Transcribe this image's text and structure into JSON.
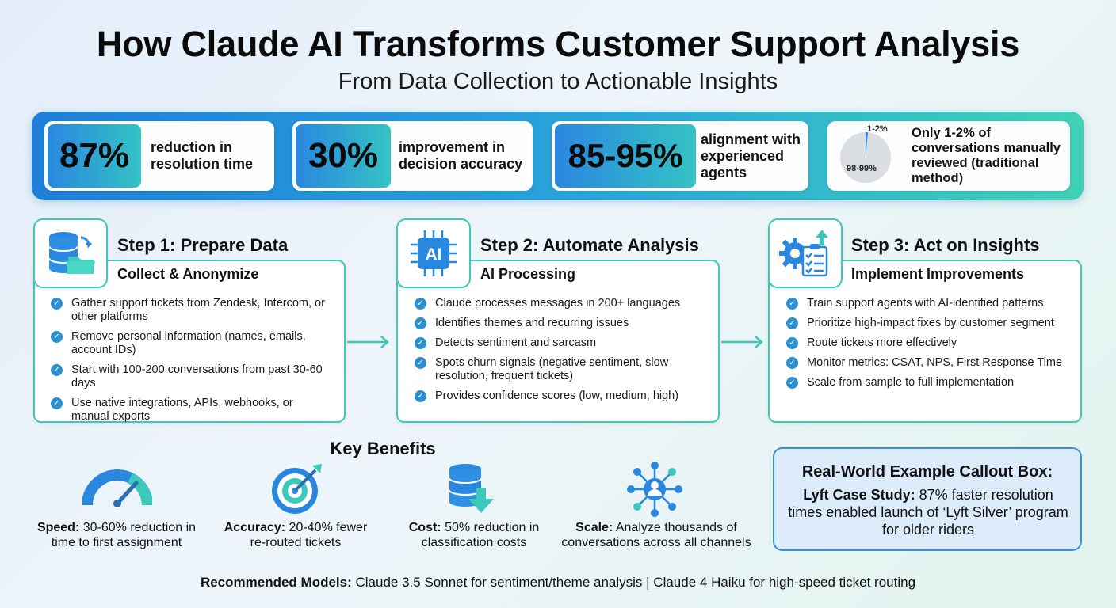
{
  "header": {
    "title": "How Claude AI Transforms Customer Support Analysis",
    "subtitle": "From Data Collection to Actionable Insights"
  },
  "stats": [
    {
      "value": "87%",
      "label": "reduction in resolution time"
    },
    {
      "value": "30%",
      "label": "improvement in decision accuracy"
    },
    {
      "value": "85-95%",
      "label": "alignment with experienced agents"
    }
  ],
  "review_stat": {
    "pie_small_label": "1-2%",
    "pie_large_label": "98-99%",
    "pie_small_fraction": 0.015,
    "text": "Only 1-2% of conversations manually reviewed (traditional method)"
  },
  "steps": [
    {
      "title": "Step 1: Prepare Data",
      "subtitle": "Collect & Anonymize",
      "icon": "database-folder-icon",
      "bullets": [
        "Gather support tickets from Zendesk, Intercom, or other platforms",
        "Remove personal information (names, emails, account IDs)",
        "Start with 100-200 conversations from past 30-60 days",
        "Use native integrations, APIs, webhooks, or manual exports"
      ]
    },
    {
      "title": "Step 2: Automate Analysis",
      "subtitle": "AI Processing",
      "icon": "ai-chip-icon",
      "icon_text": "AI",
      "bullets": [
        "Claude processes messages in 200+ languages",
        "Identifies themes and recurring issues",
        "Detects sentiment and sarcasm",
        "Spots churn signals (negative sentiment, slow resolution, frequent tickets)",
        "Provides confidence scores (low, medium, high)"
      ]
    },
    {
      "title": "Step 3: Act on Insights",
      "subtitle": "Implement Improvements",
      "icon": "gear-checklist-icon",
      "bullets": [
        "Train support agents with AI-identified patterns",
        "Prioritize high-impact fixes by customer segment",
        "Route tickets more effectively",
        "Monitor metrics: CSAT, NPS, First Response Time",
        "Scale from sample to full implementation"
      ]
    }
  ],
  "benefits": {
    "heading": "Key Benefits",
    "items": [
      {
        "name": "Speed:",
        "text": "30-60% reduction in time to first assignment",
        "icon": "speedometer-icon"
      },
      {
        "name": "Accuracy:",
        "text": "20-40% fewer re-routed tickets",
        "icon": "target-icon"
      },
      {
        "name": "Cost:",
        "text": "50% reduction in classification costs",
        "icon": "database-down-icon"
      },
      {
        "name": "Scale:",
        "text": "Analyze thousands of conversations across all channels",
        "icon": "network-user-icon"
      }
    ]
  },
  "callout": {
    "title": "Real-World Example Callout Box:",
    "lead": "Lyft Case Study:",
    "body": "87% faster resolution times enabled launch of ‘Lyft Silver’ program for older riders"
  },
  "footer": {
    "lead": "Recommended Models:",
    "text": "Claude 3.5 Sonnet for sentiment/theme analysis | Claude 4 Haiku for high-speed ticket routing"
  },
  "colors": {
    "blue": "#2a87e0",
    "teal": "#3cc9b9",
    "check": "#2b8fd0"
  }
}
